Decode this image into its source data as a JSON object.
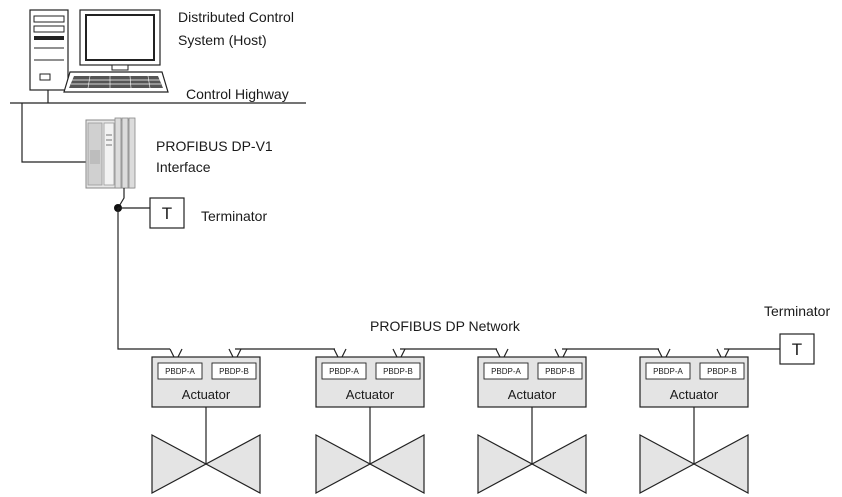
{
  "labels": {
    "host_line1": "Distributed Control",
    "host_line2": "System (Host)",
    "highway": "Control Highway",
    "interface_line1": "PROFIBUS DP-V1",
    "interface_line2": "Interface",
    "terminator_top": "Terminator",
    "network": "PROFIBUS DP Network",
    "terminator_right": "Terminator",
    "terminator_letter": "T"
  },
  "actuators": [
    {
      "label": "Actuator",
      "port_a": "PBDP-A",
      "port_b": "PBDP-B"
    },
    {
      "label": "Actuator",
      "port_a": "PBDP-A",
      "port_b": "PBDP-B"
    },
    {
      "label": "Actuator",
      "port_a": "PBDP-A",
      "port_b": "PBDP-B"
    },
    {
      "label": "Actuator",
      "port_a": "PBDP-A",
      "port_b": "PBDP-B"
    }
  ],
  "colors": {
    "actuator_fill": "#e4e4e4",
    "line": "#222222",
    "interface_fill": "#dcdcdc"
  },
  "icons": {
    "host": "desktop-computer-icon",
    "interface": "plc-rack-icon",
    "valve": "valve-icon"
  }
}
